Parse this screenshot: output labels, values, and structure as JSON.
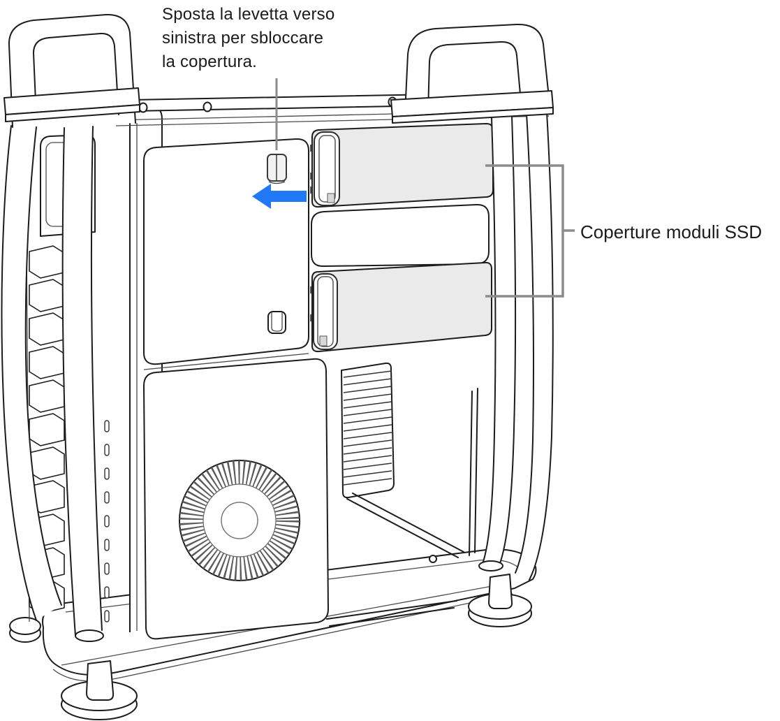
{
  "annotations": {
    "lever_note_lines": [
      "Sposta la levetta verso",
      "sinistra per sbloccare",
      "la copertura."
    ],
    "ssd_label": "Coperture moduli SSD"
  },
  "icons": {
    "arrow": "arrow-left-icon"
  },
  "colors": {
    "background": "#ffffff",
    "line": "#1c1c1c",
    "arrow_blue": "#2279f5",
    "callout_gray": "#8c8c8c",
    "cover_gray": "#eaeaea",
    "text": "#1b1b1b"
  }
}
